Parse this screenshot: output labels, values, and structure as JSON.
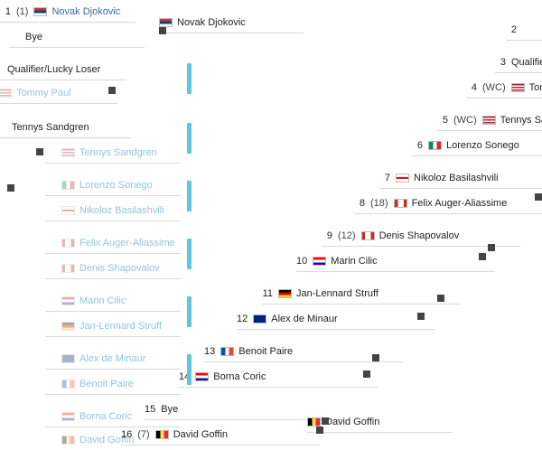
{
  "colors": {
    "accent": "#5bc8e0",
    "link": "#3a6aa5",
    "faded": "#8ec6e0"
  },
  "right_column": [
    {
      "num": "1",
      "seed": "(1)",
      "flag": "serbia",
      "name": "Novak Djokovic",
      "style": "link"
    },
    {
      "num": "",
      "seed": "",
      "flag": "",
      "name": "Bye",
      "style": "plain"
    },
    {
      "num": "",
      "seed": "",
      "flag": "",
      "name": "Qualifier/Lucky Loser",
      "style": "plain"
    },
    {
      "num": "",
      "seed": "",
      "flag": "usa",
      "name": "Tommy Paul",
      "style": "faded"
    },
    {
      "num": "",
      "seed": "",
      "flag": "",
      "name": "Tennys Sandgren",
      "style": "plain"
    },
    {
      "num": "",
      "seed": "",
      "flag": "usa",
      "name": "Tennys Sandgren",
      "style": "faded"
    },
    {
      "num": "",
      "seed": "",
      "flag": "italy",
      "name": "Lorenzo Sonego",
      "style": "faded"
    },
    {
      "num": "",
      "seed": "",
      "flag": "georgia",
      "name": "Nikoloz Basilashvili",
      "style": "faded"
    },
    {
      "num": "",
      "seed": "",
      "flag": "canada",
      "name": "Felix Auger-Aliassime",
      "style": "faded"
    },
    {
      "num": "",
      "seed": "",
      "flag": "canada",
      "name": "Denis Shapovalov",
      "style": "faded"
    },
    {
      "num": "",
      "seed": "",
      "flag": "croatia",
      "name": "Marin Cilic",
      "style": "faded"
    },
    {
      "num": "",
      "seed": "",
      "flag": "germany",
      "name": "Jan-Lennard Struff",
      "style": "faded"
    },
    {
      "num": "",
      "seed": "",
      "flag": "australia",
      "name": "Alex de Minaur",
      "style": "faded"
    },
    {
      "num": "",
      "seed": "",
      "flag": "france",
      "name": "Benoit Paire",
      "style": "faded"
    },
    {
      "num": "",
      "seed": "",
      "flag": "croatia",
      "name": "Borna Coric",
      "style": "faded"
    },
    {
      "num": "",
      "seed": "",
      "flag": "belgium",
      "name": "David Goffin",
      "style": "faded"
    }
  ],
  "draw": [
    {
      "num": "2",
      "seed": "",
      "flag": "",
      "name": ""
    },
    {
      "num": "3",
      "seed": "",
      "flag": "",
      "name": "Qualifier/Lucky Loser"
    },
    {
      "num": "4",
      "seed": "(WC)",
      "flag": "usa",
      "name": "Tommy Paul"
    },
    {
      "num": "5",
      "seed": "(WC)",
      "flag": "usa",
      "name": "Tennys Sandgren"
    },
    {
      "num": "6",
      "seed": "",
      "flag": "italy",
      "name": "Lorenzo Sonego"
    },
    {
      "num": "7",
      "seed": "",
      "flag": "georgia",
      "name": "Nikoloz Basilashvili"
    },
    {
      "num": "8",
      "seed": "(18)",
      "flag": "canada",
      "name": "Felix Auger-Aliassime"
    },
    {
      "num": "9",
      "seed": "(12)",
      "flag": "canada",
      "name": "Denis Shapovalov"
    },
    {
      "num": "10",
      "seed": "",
      "flag": "croatia",
      "name": "Marin Cilic"
    },
    {
      "num": "11",
      "seed": "",
      "flag": "germany",
      "name": "Jan-Lennard Struff"
    },
    {
      "num": "12",
      "seed": "",
      "flag": "australia",
      "name": "Alex de Minaur"
    },
    {
      "num": "13",
      "seed": "",
      "flag": "france",
      "name": "Benoit Paire"
    },
    {
      "num": "14",
      "seed": "",
      "flag": "croatia",
      "name": "Borna Coric"
    },
    {
      "num": "15",
      "seed": "",
      "flag": "",
      "name": "Bye"
    },
    {
      "num": "16",
      "seed": "(7)",
      "flag": "belgium",
      "name": "David Goffin"
    }
  ],
  "winners": [
    {
      "flag": "serbia",
      "name": "Novak Djokovic"
    },
    {
      "flag": "belgium",
      "name": "David Goffin"
    }
  ]
}
